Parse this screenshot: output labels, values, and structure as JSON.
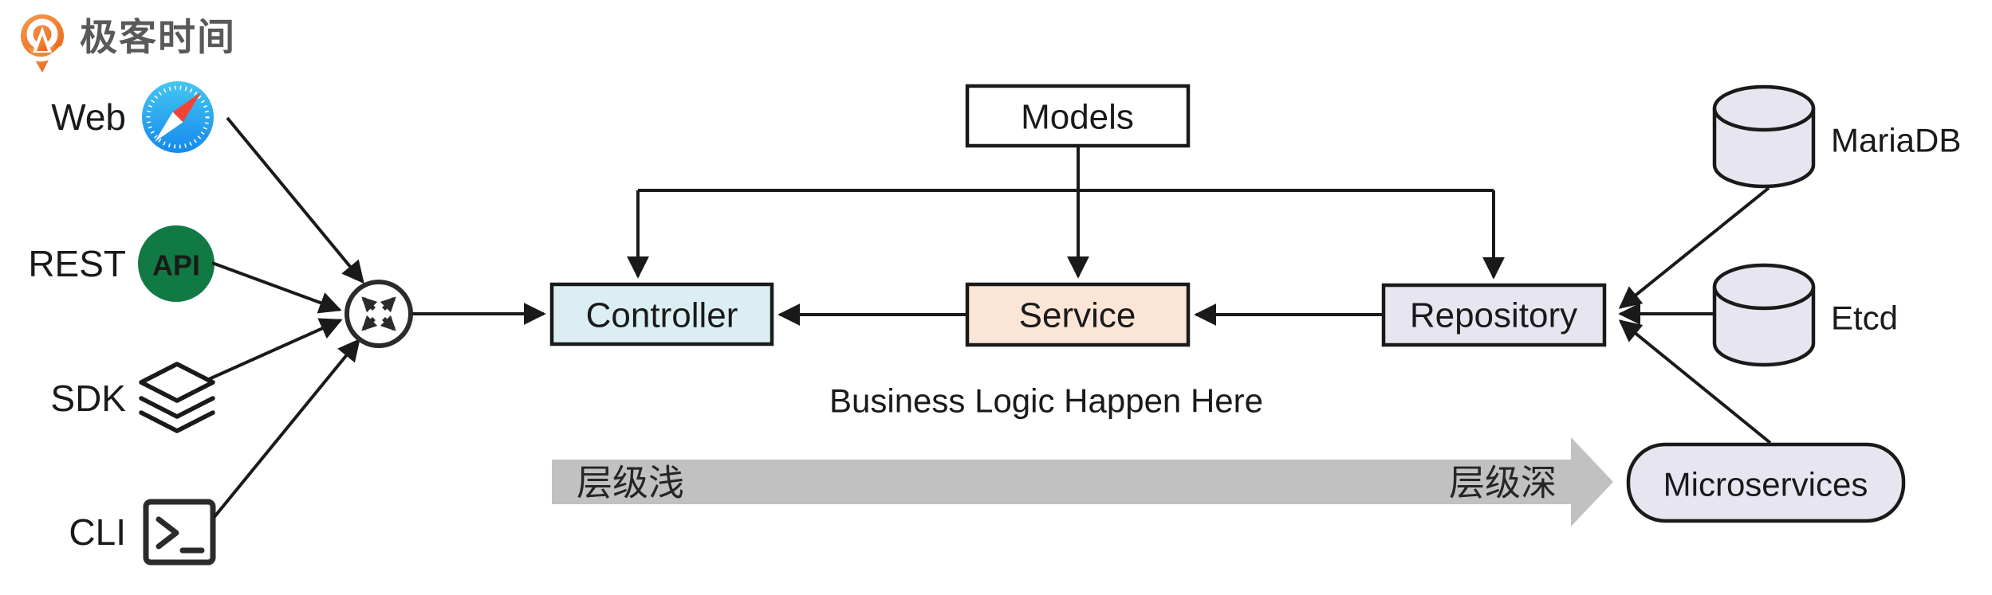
{
  "page": {
    "title": "MVC service layering diagram",
    "background": "#ffffff"
  },
  "logo": {
    "brand_text": "极客时间",
    "icon": "geektime-pin-icon",
    "orange_light": "#f79a50",
    "orange_dark": "#ec6c1d",
    "text_color": "#595959"
  },
  "clients": {
    "web": {
      "label": "Web",
      "icon": "safari-compass-icon",
      "blue_top": "#45c7f2",
      "blue_bottom": "#1489ec",
      "needle_red": "#f44336"
    },
    "rest": {
      "label": "REST",
      "icon": "api-badge-icon",
      "badge_text": "API",
      "badge_bg": "#117a44",
      "badge_fg": "#f2c33c"
    },
    "sdk": {
      "label": "SDK",
      "icon": "layers-icon"
    },
    "cli": {
      "label": "CLI",
      "icon": "terminal-icon"
    }
  },
  "gateway": {
    "icon": "router-icon"
  },
  "tiers": {
    "models": {
      "label": "Models",
      "fill": "#ffffff"
    },
    "controller": {
      "label": "Controller",
      "fill": "#daeef3"
    },
    "service": {
      "label": "Service",
      "fill": "#fbe5d6"
    },
    "repository": {
      "label": "Repository",
      "fill": "#e7e6f0"
    }
  },
  "backends": {
    "fill": "#e7e6f0",
    "mariadb": {
      "label": "MariaDB",
      "shape": "database-cylinder"
    },
    "etcd": {
      "label": "Etcd",
      "shape": "database-cylinder"
    },
    "microservices": {
      "label": "Microservices",
      "shape": "rounded-pill"
    }
  },
  "annotations": {
    "business_logic": "Business Logic Happen Here",
    "depth_left": "层级浅",
    "depth_right": "层级深",
    "band_color": "#c1c1c1"
  }
}
